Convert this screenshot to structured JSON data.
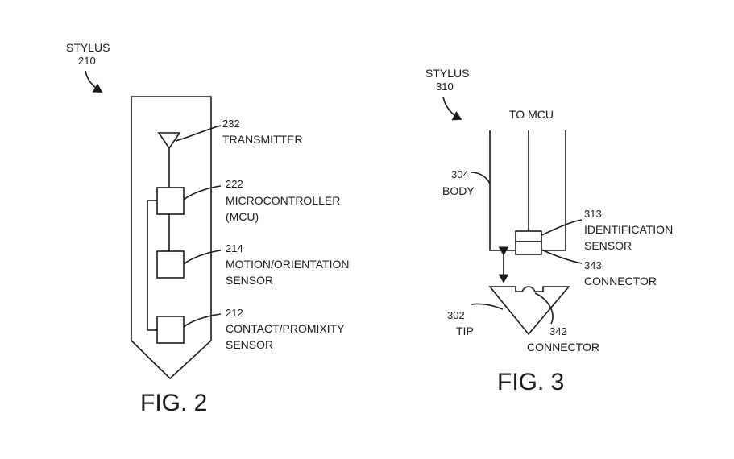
{
  "fig2": {
    "stylus_label": "STYLUS",
    "stylus_number": "210",
    "transmitter_number": "232",
    "transmitter_label": "TRANSMITTER",
    "mcu_number": "222",
    "mcu_label_1": "MICROCONTROLLER",
    "mcu_label_2": "(MCU)",
    "motion_number": "214",
    "motion_label_1": "MOTION/ORIENTATION",
    "motion_label_2": "SENSOR",
    "contact_number": "212",
    "contact_label_1": "CONTACT/PROMIXITY",
    "contact_label_2": "SENSOR",
    "caption": "FIG. 2"
  },
  "fig3": {
    "stylus_label": "STYLUS",
    "stylus_number": "310",
    "to_mcu": "TO MCU",
    "body_number": "304",
    "body_label": "BODY",
    "id_sensor_number": "313",
    "id_sensor_label_1": "IDENTIFICATION",
    "id_sensor_label_2": "SENSOR",
    "connector_upper_number": "343",
    "connector_upper_label": "CONNECTOR",
    "tip_number": "302",
    "tip_label": "TIP",
    "connector_lower_number": "342",
    "connector_lower_label": "CONNECTOR",
    "caption": "FIG. 3"
  }
}
